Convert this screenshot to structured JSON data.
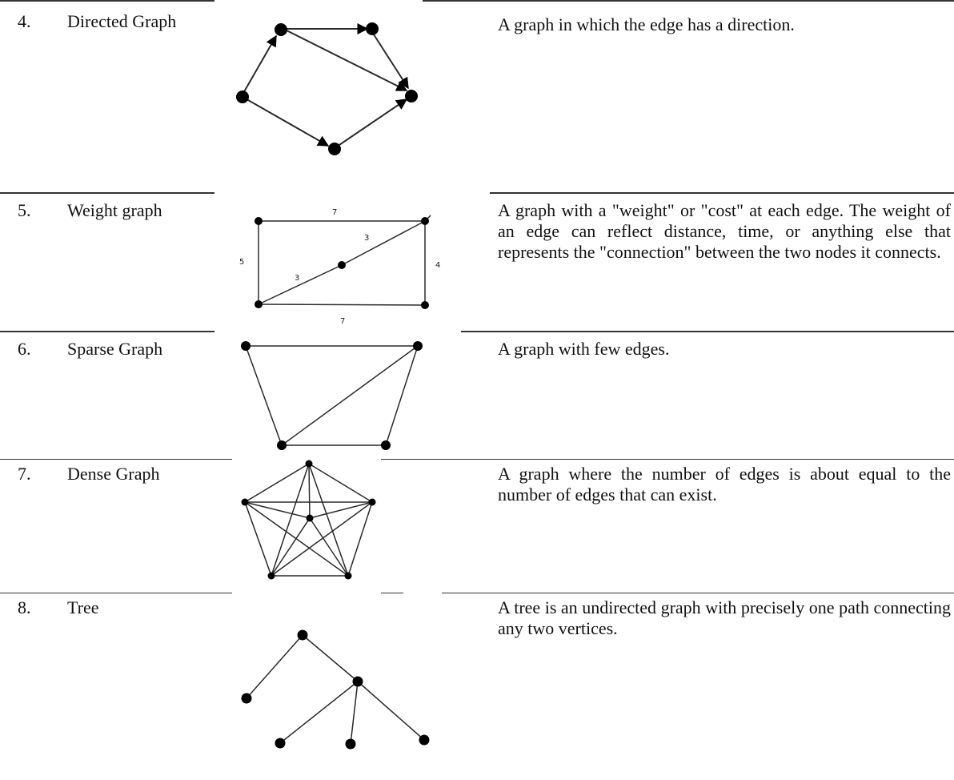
{
  "rows": [
    {
      "number": "4.",
      "name": "Directed Graph",
      "description": "A graph in which the edge has a direction."
    },
    {
      "number": "5.",
      "name": "Weight graph",
      "description": "A graph with a \"weight\" or \"cost\" at each edge. The weight of an edge can reflect distance, time, or anything else that represents the \"connection\" between the two nodes it connects.",
      "edge_weights": {
        "top": "7",
        "bottom": "7",
        "left": "5",
        "right": "4",
        "diag_upper": "3",
        "diag_lower": "3"
      }
    },
    {
      "number": "6.",
      "name": "Sparse Graph",
      "description": "A graph with few edges."
    },
    {
      "number": "7.",
      "name": "Dense Graph",
      "description": "A graph where the number of edges is about equal to the number of edges that can exist."
    },
    {
      "number": "8.",
      "name": "Tree",
      "description": "A tree is an undirected graph with precisely one path connecting any two vertices."
    }
  ]
}
